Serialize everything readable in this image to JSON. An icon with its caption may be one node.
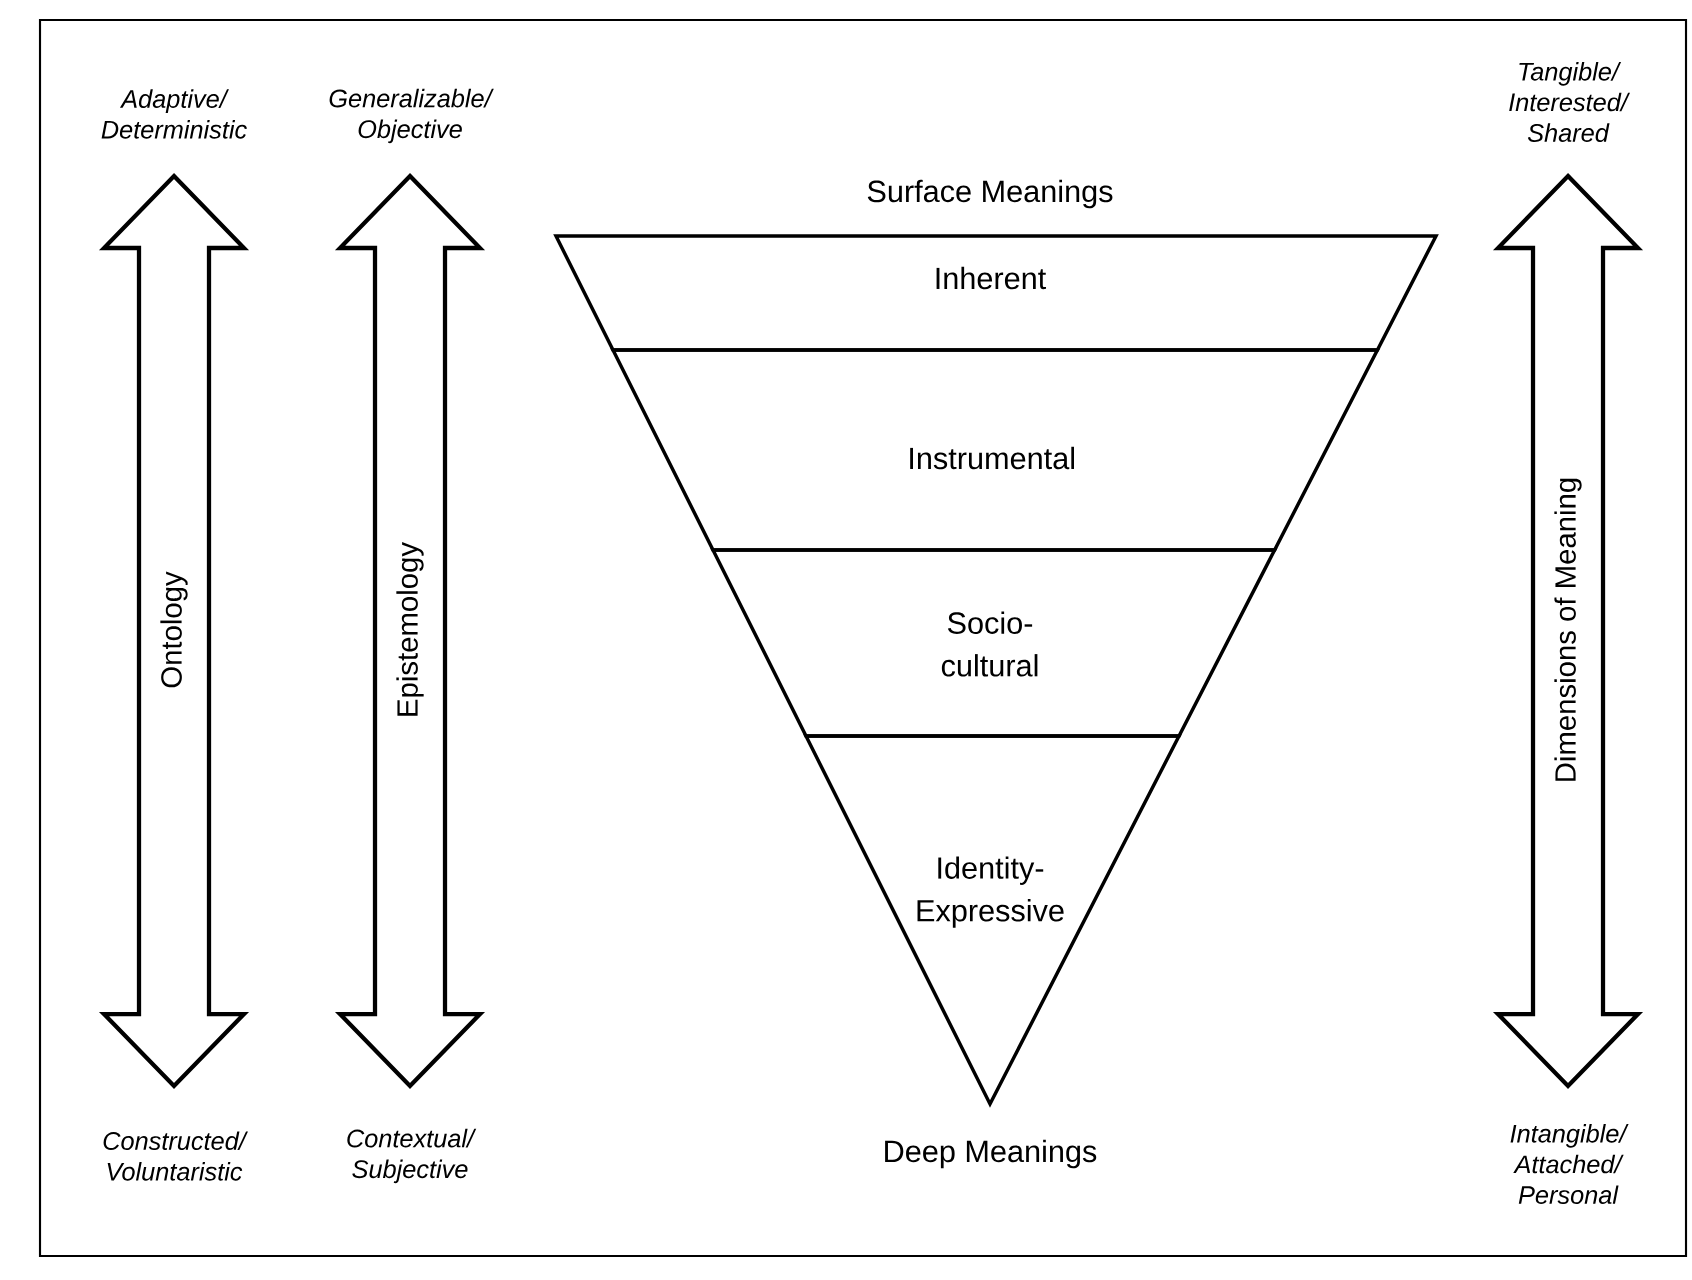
{
  "diagram": {
    "nodes": [
      {
        "text": [
          "Ontology"
        ],
        "beside": [
          "Adaptive/ Deterministic",
          "Constructed/ Voluntaristic"
        ]
      },
      {
        "text": [
          "Epistemology"
        ],
        "beside": [
          "Generalizable/ Objective",
          "Contextual/ Subjective"
        ]
      },
      {
        "text": [
          "Inherent"
        ]
      },
      {
        "text": [
          "Instrumental"
        ]
      },
      {
        "text": [
          "Socio-cultural"
        ]
      },
      {
        "text": [
          "Identity-Expressive"
        ]
      },
      {
        "text": [
          "Dimensions of Meaning"
        ],
        "beside": [
          "Tangible/ Interested/ Shared",
          "Intangible/ Attached/ Personal"
        ]
      }
    ],
    "labels": [
      "Surface Meanings",
      "Deep Meanings"
    ]
  }
}
